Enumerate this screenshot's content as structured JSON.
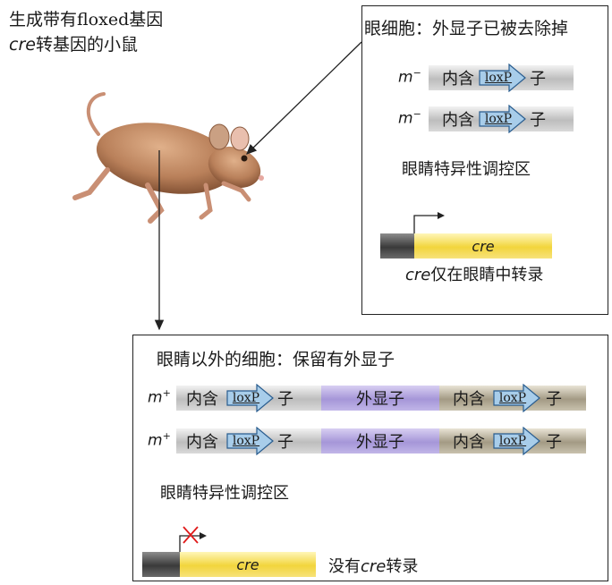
{
  "mouse_caption": {
    "line1": "生成带有floxed基因",
    "line2_italic": "cre",
    "line2_rest": "转基因的小鼠"
  },
  "eye_panel": {
    "title": "眼细胞：外显子已被去除掉",
    "alleles": [
      {
        "label": "m",
        "superscript": "−",
        "intron_left": "内含",
        "loxp": "loxP",
        "intron_right": "子"
      },
      {
        "label": "m",
        "superscript": "−",
        "intron_left": "内含",
        "loxp": "loxP",
        "intron_right": "子"
      }
    ],
    "region_label": "眼睛特异性调控区",
    "cre_gene": "cre",
    "caption_italic": "cre",
    "caption_rest": "仅在眼睛中转录"
  },
  "other_panel": {
    "title": "眼睛以外的细胞：保留有外显子",
    "alleles": [
      {
        "label": "m",
        "superscript": "+",
        "intron1_left": "内含",
        "loxp1": "loxP",
        "intron1_right": "子",
        "exon": "外显子",
        "intron2_left": "内含",
        "loxp2": "loxP",
        "intron2_right": "子"
      },
      {
        "label": "m",
        "superscript": "+",
        "intron1_left": "内含",
        "loxp1": "loxP",
        "intron1_right": "子",
        "exon": "外显子",
        "intron2_left": "内含",
        "loxp2": "loxP",
        "intron2_right": "子"
      }
    ],
    "region_label": "眼睛特异性调控区",
    "cre_gene": "cre",
    "caption_prefix": "没有",
    "caption_italic": "cre",
    "caption_rest": "转录"
  },
  "colors": {
    "intron": "#c8c8c8",
    "intron_right_long": "#b0a68f",
    "exon": "#b3a6e0",
    "loxp_arrow": "#6ea8dc",
    "promoter": "#4a4a4a",
    "cre": "#f3d84a",
    "blocked_x": "#e01a1a",
    "mouse_body": "#b9805a"
  }
}
